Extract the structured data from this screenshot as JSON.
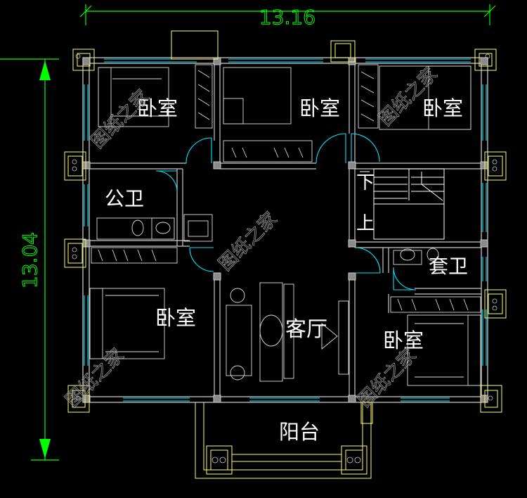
{
  "dimensions": {
    "width_label": "13.16",
    "height_label": "13.04"
  },
  "rooms": {
    "bedroom_top_left": "卧室",
    "bedroom_top_middle": "卧室",
    "bedroom_top_right": "卧室",
    "public_bath": "公卫",
    "stair_down": "下",
    "stair_up": "上",
    "suite_bath": "套卫",
    "bedroom_bottom_left": "卧室",
    "living_room": "客厅",
    "bedroom_bottom_right": "卧室",
    "balcony": "阳台"
  },
  "watermark": "图纸之家",
  "colors": {
    "background": "#000000",
    "wall": "#c8c8c8",
    "window": "#00e5ff",
    "door": "#00e5ff",
    "dimension": "#00ff00",
    "column": "#ffff66",
    "furniture": "#ffffff",
    "text": "#ffffff"
  }
}
